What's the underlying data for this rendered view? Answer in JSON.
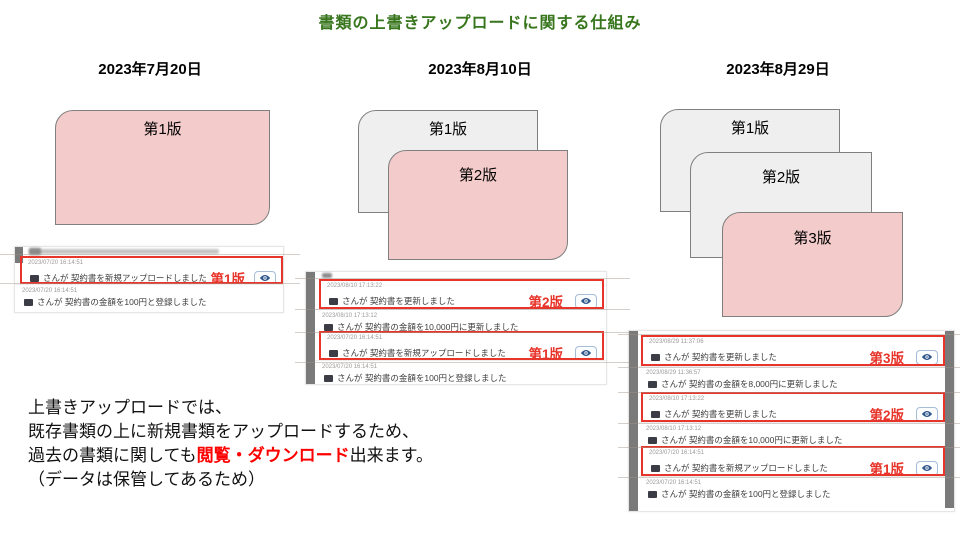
{
  "slide": {
    "title": "書類の上書きアップロードに関する仕組み",
    "title_color": "#38761d",
    "accent_red": "#e8352b",
    "doc_pink": "#f3cbca",
    "doc_gray": "#efefef",
    "icons": [
      "eye-icon",
      "user-avatar-icon"
    ]
  },
  "columns": [
    {
      "date": "2023年7月20日",
      "versions": [
        "第1版"
      ],
      "log": {
        "rows": [
          {
            "type": "highlight",
            "time": "2023/07/20 16:14:51",
            "text": "さんが 契約書を新規アップロードしました",
            "version": "第1版"
          },
          {
            "type": "plain",
            "time": "2023/07/20 16:14:51",
            "text": "さんが 契約書の金額を100円と登録しました"
          }
        ]
      }
    },
    {
      "date": "2023年8月10日",
      "versions": [
        "第1版",
        "第2版"
      ],
      "log": {
        "rows": [
          {
            "type": "highlight",
            "time": "2023/08/10 17:13:22",
            "text": "さんが 契約書を更新しました",
            "version": "第2版"
          },
          {
            "type": "plain",
            "time": "2023/08/10 17:13:12",
            "text": "さんが 契約書の金額を10,000円に更新しました"
          },
          {
            "type": "highlight",
            "time": "2023/07/20 16:14:51",
            "text": "さんが 契約書を新規アップロードしました",
            "version": "第1版"
          },
          {
            "type": "plain",
            "time": "2023/07/20 16:14:51",
            "text": "さんが 契約書の金額を100円と登録しました"
          }
        ]
      }
    },
    {
      "date": "2023年8月29日",
      "versions": [
        "第1版",
        "第2版",
        "第3版"
      ],
      "log": {
        "rows": [
          {
            "type": "highlight",
            "time": "2023/08/29 11:37:06",
            "text": "さんが 契約書を更新しました",
            "version": "第3版"
          },
          {
            "type": "plain",
            "time": "2023/08/29 11:36:57",
            "text": "さんが 契約書の金額を8,000円に更新しました"
          },
          {
            "type": "highlight",
            "time": "2023/08/10 17:13:22",
            "text": "さんが 契約書を更新しました",
            "version": "第2版"
          },
          {
            "type": "plain",
            "time": "2023/08/10 17:13:12",
            "text": "さんが 契約書の金額を10,000円に更新しました"
          },
          {
            "type": "highlight",
            "time": "2023/07/20 16:14:51",
            "text": "さんが 契約書を新規アップロードしました",
            "version": "第1版"
          },
          {
            "type": "plain",
            "time": "2023/07/20 16:14:51",
            "text": "さんが 契約書の金額を100円と登録しました"
          }
        ]
      }
    }
  ],
  "note": {
    "line1": "上書きアップロードでは、",
    "line2": "既存書類の上に新規書類をアップロードするため、",
    "line3_pre": "過去の書類に関しても",
    "line3_red": "閲覧・ダウンロード",
    "line3_post": "出来ます。",
    "line4": "（データは保管してあるため）"
  }
}
